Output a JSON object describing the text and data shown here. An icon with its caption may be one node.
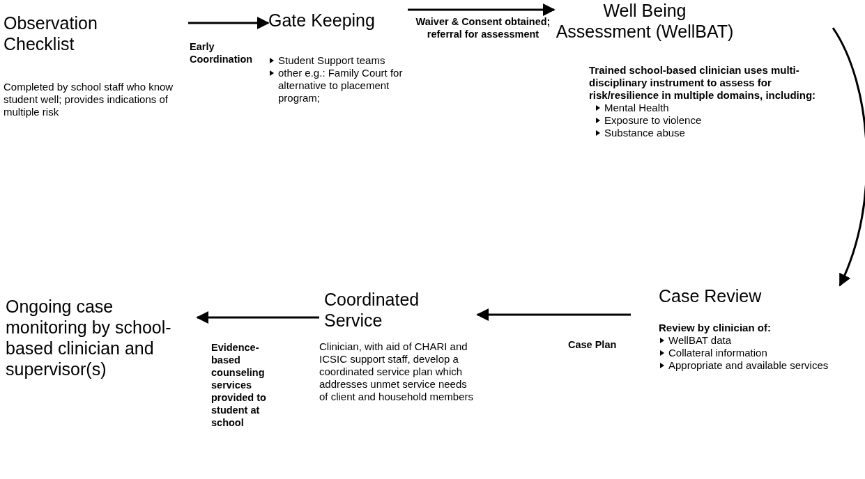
{
  "diagram": {
    "nodes": [
      {
        "text": [
          "Observation Checklist",
          "Completed by school staff who know student well;  provides indications of multiple risk"
        ]
      },
      {
        "text": [
          "Gate Keeping",
          "Student Support teams",
          "other e.g.: Family Court for alternative to placement program;"
        ]
      },
      {
        "text": [
          "Well Being Assessment (WellBAT)",
          "Trained school-based clinician uses multi-disciplinary instrument to assess for risk/resilience in multiple domains, including:",
          "Mental Health",
          "Exposure to violence",
          "Substance abuse"
        ]
      },
      {
        "text": [
          "Case Review",
          "Review by clinician of:",
          "WellBAT data",
          "Collateral information",
          "Appropriate and available services"
        ]
      },
      {
        "text": [
          "Coordinated Service",
          "Clinician, with aid of CHARI and ICSIC support staff, develop a coordinated service plan which addresses unmet service needs of client and household members"
        ]
      },
      {
        "text": [
          "Ongoing case monitoring by school-based clinician and supervisor(s)"
        ]
      }
    ],
    "edges": [
      {
        "from": 0,
        "to": 1,
        "arrow": "to",
        "label": "Early Coordination"
      },
      {
        "from": 1,
        "to": 2,
        "arrow": "to",
        "label": "Waiver & Consent obtained; referral for assessment"
      },
      {
        "from": 2,
        "to": 3,
        "arrow": "to"
      },
      {
        "from": 3,
        "to": 4,
        "arrow": "to",
        "label": "Case Plan"
      },
      {
        "from": 4,
        "to": 5,
        "arrow": "to",
        "label": "Evidence-based counseling services provided to student at school"
      }
    ]
  }
}
